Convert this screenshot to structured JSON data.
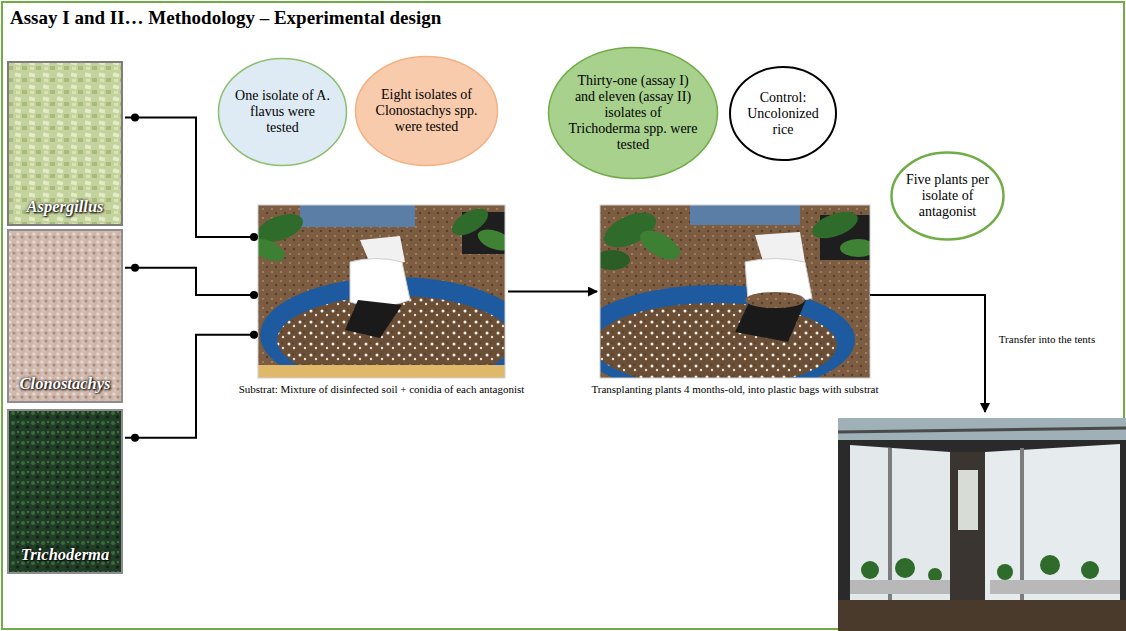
{
  "diagram": {
    "title": "Assay I and II… Methodology – Experimental design",
    "nodes": [
      {
        "text": [
          "Aspergillus"
        ]
      },
      {
        "text": [
          "Clonostachys"
        ]
      },
      {
        "text": [
          "Trichoderma"
        ]
      },
      {
        "text": [
          "One isolate of A. flavus were tested"
        ]
      },
      {
        "text": [
          "Eight isolates of Clonostachys spp. were tested"
        ]
      },
      {
        "text": [
          "Thirty-one (assay I) and eleven (assay II) isolates of Trichoderma spp. were tested"
        ]
      },
      {
        "text": [
          "Control: Uncolonized rice"
        ]
      },
      {
        "text": [
          "Substrat: Mixture of disinfected soil + conidia of each antagonist"
        ]
      },
      {
        "text": [
          "Transplanting plants 4 months-old, into plastic bags with substrat"
        ]
      },
      {
        "text": [
          "Five plants per isolate of antagonist"
        ]
      }
    ],
    "edges": [
      {
        "from": 0,
        "to": 7,
        "arrow": "none"
      },
      {
        "from": 1,
        "to": 7,
        "arrow": "none"
      },
      {
        "from": 2,
        "to": 7,
        "arrow": "none"
      },
      {
        "from": 7,
        "to": 8,
        "arrow": "to"
      }
    ],
    "labels": [
      "Transfer into the tents"
    ]
  }
}
